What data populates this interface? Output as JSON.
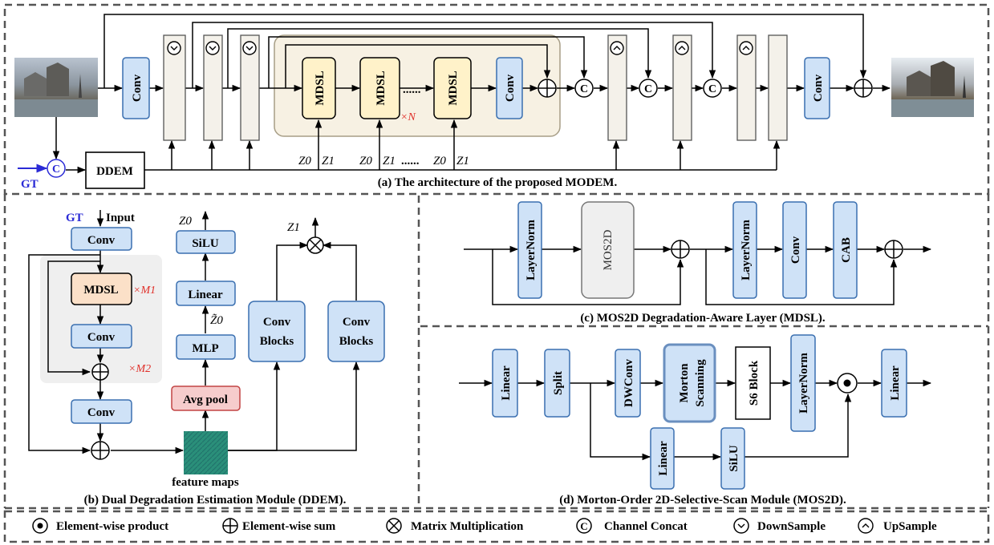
{
  "captions": {
    "a": "(a) The architecture of the proposed MODEM.",
    "b": "(b) Dual Degradation Estimation Module (DDEM).",
    "c": "(c) MOS2D Degradation-Aware Layer (MDSL).",
    "d": "(d) Morton-Order 2D-Selective-Scan Module (MOS2D)."
  },
  "panel_a": {
    "conv": "Conv",
    "mdsl": "MDSL",
    "dots": "......",
    "times_n": "×N",
    "ddem": "DDEM",
    "gt": "GT",
    "z_labels": [
      "Z0",
      "Z1"
    ],
    "concat_symbol": "C"
  },
  "panel_b": {
    "gt": "GT",
    "input": "Input",
    "conv": "Conv",
    "mdsl": "MDSL",
    "m1": "×M1",
    "m2": "×M2",
    "silu": "SiLU",
    "linear": "Linear",
    "mlp": "MLP",
    "avg_pool": "Avg pool",
    "conv_blocks_1": "Conv",
    "conv_blocks_2": "Blocks",
    "feature_maps": "feature maps",
    "z0": "Z0",
    "z0_tilde": "Z̃0",
    "z1": "Z1"
  },
  "panel_c": {
    "layernorm": "LayerNorm",
    "mos2d": "MOS2D",
    "conv": "Conv",
    "cab": "CAB"
  },
  "panel_d": {
    "linear": "Linear",
    "split": "Split",
    "dwconv": "DWConv",
    "morton_1": "Morton",
    "morton_2": "Scanning",
    "s6": "S6 Block",
    "layernorm": "LayerNorm",
    "silu": "SiLU"
  },
  "legend": {
    "product": "Element-wise product",
    "sum": "Element-wise sum",
    "matmul": "Matrix Multiplication",
    "concat": "Channel Concat",
    "down": "DownSample",
    "up": "UpSample"
  },
  "colors": {
    "blue_box": "#cfe2f7",
    "blue_stroke": "#3a6fb0",
    "yellow_box": "#fff2c9",
    "peach_box": "#fbe0c8",
    "pink_box": "#f6cccc",
    "grey_box": "#efefef",
    "beige_panel": "#f7f1e3",
    "feature_bar": "#f4f1ea",
    "gt_blue": "#2b2bd6",
    "red_text": "#e0302a"
  }
}
